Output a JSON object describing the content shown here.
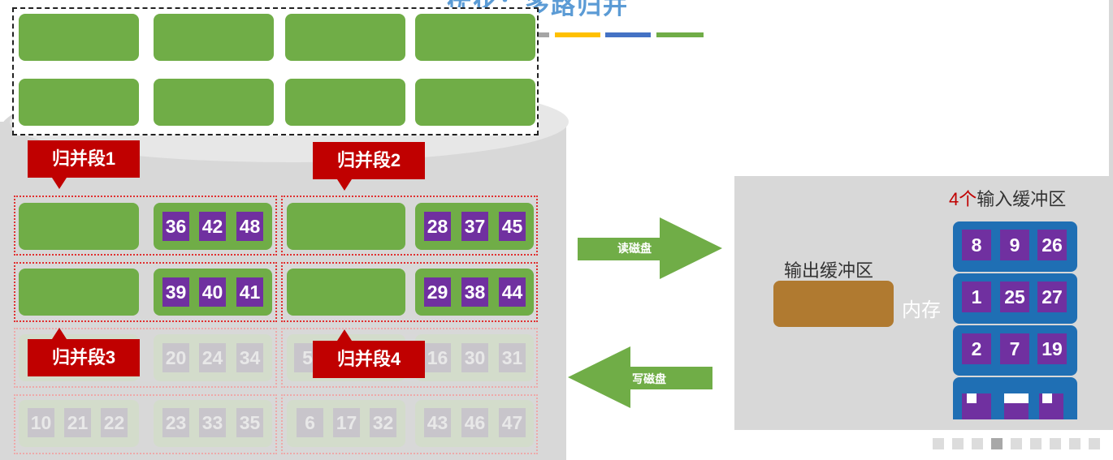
{
  "title": "优化：多路归并",
  "title_bar_colors": [
    "#5b9bd5",
    "#a5a5a5",
    "#ffc000",
    "#4472c4",
    "#70ad47"
  ],
  "disk": {
    "segments": [
      {
        "label": "归并段1",
        "run1": [],
        "run2": [
          36,
          42,
          48
        ],
        "run3": [],
        "run4": [
          39,
          40,
          41
        ]
      },
      {
        "label": "归并段2",
        "run1": [],
        "run2": [
          28,
          37,
          45
        ],
        "run3": [],
        "run4": [
          29,
          38,
          44
        ]
      },
      {
        "label": "归并段3",
        "run1": [],
        "run2": [
          20,
          24,
          34
        ],
        "run3": [
          10,
          21,
          22
        ],
        "run4": [
          23,
          33,
          35
        ]
      },
      {
        "label": "归并段4",
        "run1": [
          5
        ],
        "run2": [
          16,
          30,
          31
        ],
        "run3": [
          6,
          17,
          32
        ],
        "run4": [
          43,
          46,
          47
        ]
      }
    ]
  },
  "arrows": {
    "read": "读磁盘",
    "write": "写磁盘"
  },
  "memory": {
    "label": "内存",
    "output_buffer_label": "输出缓冲区",
    "input_buffers_count": "4个",
    "input_buffers_label": "输入缓冲区",
    "buffers": [
      [
        8,
        9,
        26
      ],
      [
        1,
        25,
        27
      ],
      [
        2,
        7,
        19
      ]
    ]
  },
  "colors": {
    "block_green": "#70ad47",
    "number_purple": "#7030a0",
    "callout_red": "#c00000",
    "buffer_blue": "#1f6fb4",
    "output_brown": "#b07a30",
    "arrow_green": "#70ad47"
  }
}
